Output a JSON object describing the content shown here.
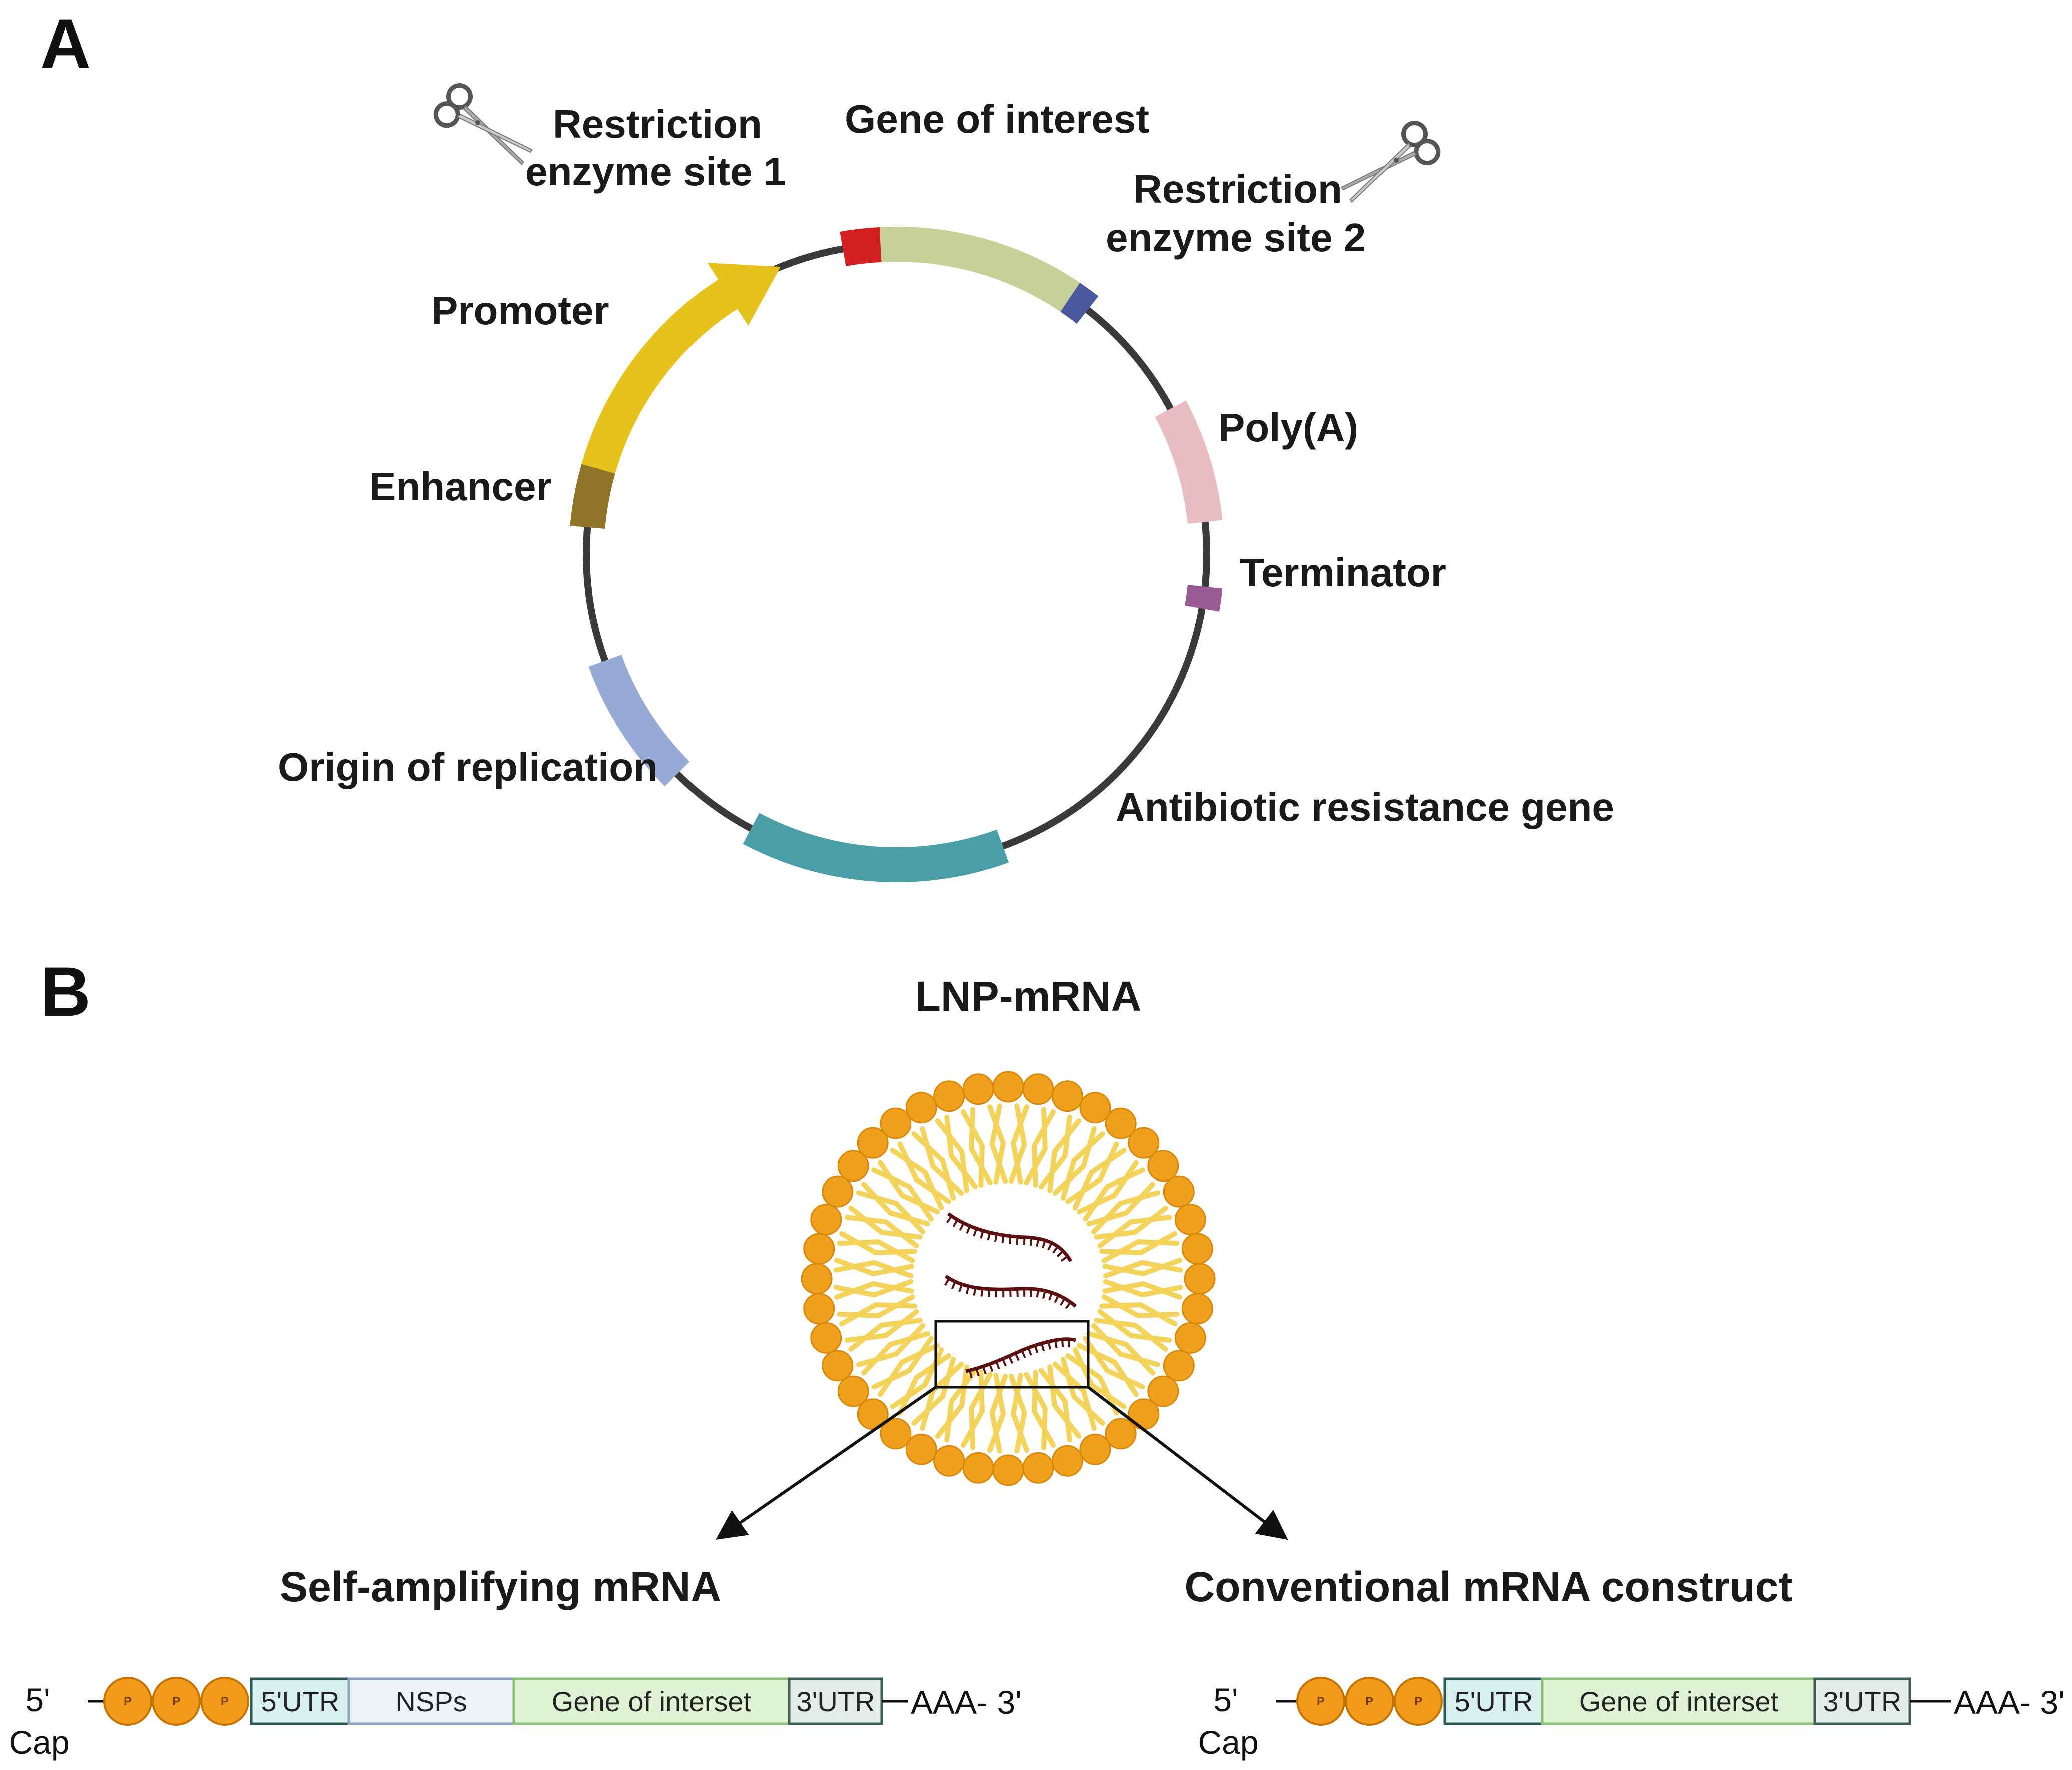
{
  "panel_a": {
    "letter": "A",
    "labels": {
      "restriction_site_1": [
        "Restriction",
        "enzyme site  1"
      ],
      "gene_of_interest": "Gene of interest",
      "restriction_site_2": [
        "Restriction",
        "enzyme site  2"
      ],
      "promoter": "Promoter",
      "poly_a": "Poly(A)",
      "enhancer": "Enhancer",
      "terminator": "Terminator",
      "origin": "Origin of replication",
      "antibiotic": "Antibiotic resistance gene"
    },
    "colors": {
      "restriction_site_1": "#d42020",
      "gene_of_interest": "#c5d196",
      "restriction_site_2": "#4b5a9e",
      "poly_a": "#e8bcc0",
      "terminator": "#995a96",
      "antibiotic": "#4a9fa6",
      "origin": "#97aad5",
      "enhancer": "#8f7427",
      "promoter": "#e6c21d",
      "backbone": "#3a3a3a"
    }
  },
  "panel_b": {
    "letter": "B",
    "title": "LNP-mRNA",
    "self_amplifying": {
      "title": "Self-amplifying mRNA",
      "cap_top": "5'",
      "cap_bottom": "Cap",
      "phosphates": [
        "P",
        "P",
        "P"
      ],
      "segments": [
        "5'UTR",
        "NSPs",
        "Gene of interset",
        "3'UTR"
      ],
      "tail": "AAA- 3'"
    },
    "conventional": {
      "title": "Conventional mRNA construct",
      "cap_top": "5'",
      "cap_bottom": "Cap",
      "phosphates": [
        "P",
        "P",
        "P"
      ],
      "segments": [
        "5'UTR",
        "Gene of interset",
        "3'UTR"
      ],
      "tail": "AAA- 3'"
    },
    "colors": {
      "lipid_head": "#f0a01c",
      "lipid_tail": "#f3d35a",
      "rna": "#5a0f10",
      "utr": "#d8f0ee",
      "nsps": "#eef3f8",
      "gene": "#dff3d4"
    }
  }
}
